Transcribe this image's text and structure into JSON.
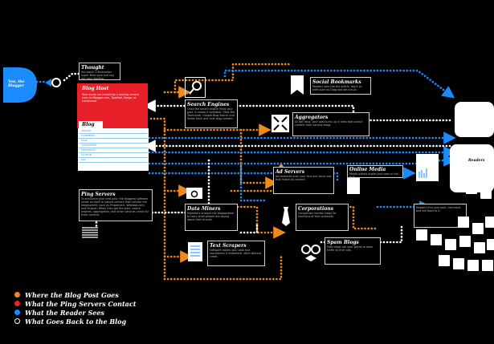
{
  "diagram": {
    "colors": {
      "background": "#000000",
      "orange": "#f08a1c",
      "blue": "#1a8cff",
      "white": "#ffffff",
      "red": "#e8202a"
    },
    "you_blogger": {
      "label": "You, the Blogger"
    },
    "thought": {
      "title": "Thought",
      "desc": "You watch a Budweiser Super Bowl spot and rag out your reaction."
    },
    "blog_host": {
      "title": "Blog Host",
      "desc": "Your words are hosted by a hosting service such as Blogger.com, TypePad, Xanga, or LiveJournal."
    },
    "blog": {
      "title": "Blog",
      "lines": [
        "ARTICLE",
        "COMMENTS",
        "TAGS",
        "CATEGORIES",
        "TRACKBACK",
        "AUTHOR",
        "ADS"
      ]
    },
    "ping_servers": {
      "title": "Ping Servers",
      "desc": "To announce your new post, the blogging software sends an alert to special servers that monitor the blogosphere, such as Pingomatic, Weblogs.com, and Pingoat. When they get the alert, search engines, aggregators, and other services check for fresh content."
    },
    "search_engines": {
      "title": "Search Engines",
      "desc": "Once the search engine finds your post, it makes it available. Sites like Technorati, Google Blog Search and Yahoo track and rank blog content."
    },
    "aggregators": {
      "title": "Aggregators",
      "desc": "All day long, your post turns up in sites that collect content from various blogs."
    },
    "social_bookmarks": {
      "title": "Social Bookmarks",
      "desc": "Readers who like the article, tag it on sites such as Digg and del.icio.us."
    },
    "ad_servers": {
      "title": "Ad Servers",
      "desc": "Ad networks scan your text and serve ads that match its content."
    },
    "data_miners": {
      "title": "Data Miners",
      "desc": "Marketers analyze the blogosphere to learn what people are saying about their brands."
    },
    "corporations": {
      "title": "Corporations",
      "desc": "Companies monitor blogs for mentions of their products."
    },
    "online_media": {
      "title": "Online Media",
      "desc": "Media outlets quote your post or link to it."
    },
    "text_scrapers": {
      "title": "Text Scrapers",
      "desc": "Software copies your post and republishes it elsewhere, often without credit."
    },
    "spam_blogs": {
      "title": "Spam Blogs",
      "desc": "Fake blogs use your words to draw traffic to their ads."
    },
    "readers": {
      "title": "Readers",
      "desc": "Readers find your post, comment, and link back to it."
    },
    "legend": [
      {
        "label": "Where the Blog Post Goes",
        "color": "#f08a1c",
        "style": "solid"
      },
      {
        "label": "What the Ping Servers Contact",
        "color": "#e8202a",
        "style": "solid"
      },
      {
        "label": "What the Reader Sees",
        "color": "#1a8cff",
        "style": "solid"
      },
      {
        "label": "What Goes Back to the Blog",
        "color": "#ffffff",
        "style": "hollow"
      }
    ]
  }
}
